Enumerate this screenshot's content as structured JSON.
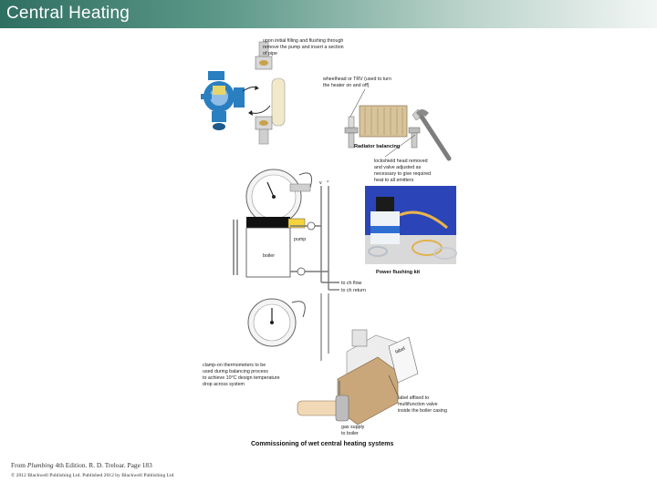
{
  "header": {
    "title": "Central Heating"
  },
  "figure": {
    "labels": {
      "pump_note_1": "upon initial filling and flushing through",
      "pump_note_2": "remove the pump and insert a section",
      "pump_note_3": "of pipe",
      "wheelhead_1": "wheelhead or TRV (used to turn",
      "wheelhead_2": "the heater on and off)",
      "radiator_balancing": "Radiator balancing",
      "lockshield_1": "lockshield head removed",
      "lockshield_2": "and valve adjusted as",
      "lockshield_3": "necessary to give required",
      "lockshield_4": "heat to all emitters",
      "boiler": "boiler",
      "pump": "pump",
      "power_flushing_kit": "Power flushing kit",
      "flow": "to ch flow",
      "return": "to ch return",
      "clamp_1": "clamp-on thermometers to be",
      "clamp_2": "used during balancing process",
      "clamp_3": "to achieve 10°C design temperature",
      "clamp_4": "drop across system",
      "label_1": "label affixed to",
      "label_2": "multifunction valve",
      "label_3": "inside the boiler casing",
      "gas_1": "gas supply",
      "gas_2": "to boiler"
    },
    "caption": "Commissioning of wet central heating systems"
  },
  "footer": {
    "source_prefix": "From ",
    "source_title": "Plumbing",
    "source_rest": " 4th Edition. R. D. Treloar. Page 183",
    "copyright": "© 2012 Blackwell Publishing Ltd. Published 2012 by Blackwell Publishing Ltd"
  },
  "colors": {
    "header_start": "#2f6f61",
    "header_end": "#f2f6f4",
    "pump_blue": "#2a7fc0",
    "pipe_cream": "#f1e9c9",
    "radiator_tan": "#d7c49b",
    "photo_blue": "#2b45b8"
  }
}
